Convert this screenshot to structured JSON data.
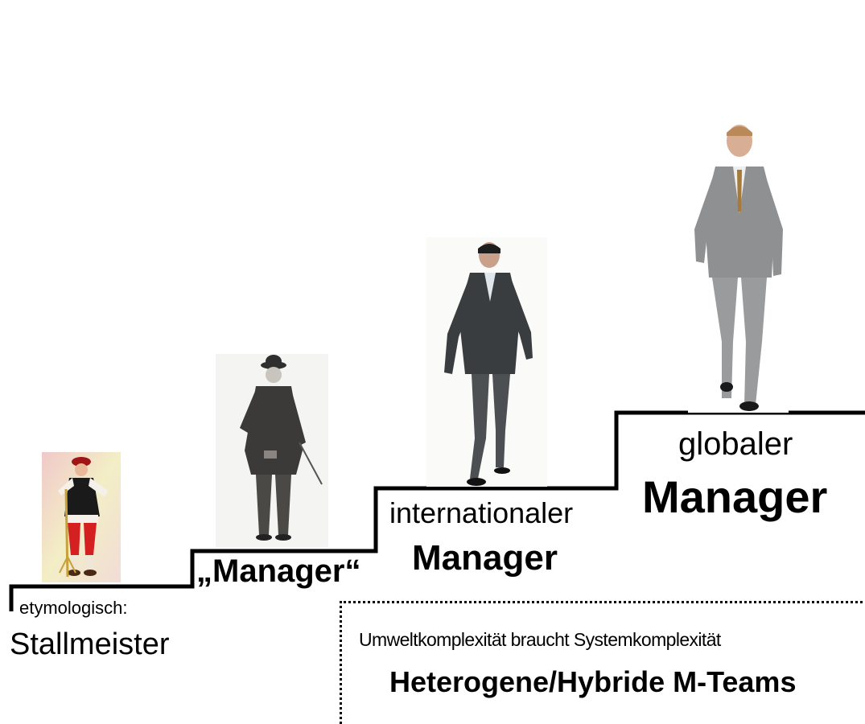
{
  "steps": [
    {
      "caption": "etymologisch:",
      "title": "Stallmeister"
    },
    {
      "title": "„Manager“"
    },
    {
      "caption": "internationaler",
      "title": "Manager"
    },
    {
      "caption": "globaler",
      "title": "Manager"
    }
  ],
  "box": {
    "line1": "Umweltkomplexität braucht Systemkomplexität",
    "line2": "Heterogene/Hybride M-Teams"
  }
}
